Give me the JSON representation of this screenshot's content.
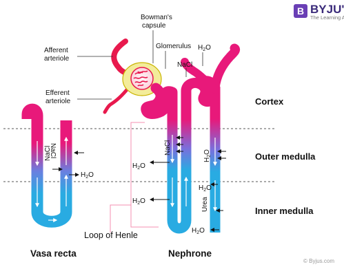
{
  "brand": {
    "logo_letter": "B",
    "name": "BYJU'S",
    "tagline": "The Learning App",
    "color": "#6a3fb5"
  },
  "credit": "© Byjus.com",
  "regions": {
    "cortex": "Cortex",
    "outer_medulla": "Outer medulla",
    "inner_medulla": "Inner medulla"
  },
  "labels": {
    "bowmans_capsule_line1": "Bowman's",
    "bowmans_capsule_line2": "capsule",
    "glomerulus": "Glomerulus",
    "afferent_line1": "Afferent",
    "afferent_line2": "arteriole",
    "efferent_line1": "Efferent",
    "efferent_line2": "arteriole",
    "nacl": "NaCl",
    "h2o_main": "H",
    "h2o_sub": "2",
    "h2o_tail": "O",
    "urea": "Urea",
    "loop_of_henle": "Loop of Henle"
  },
  "captions": {
    "vasa_recta": "Vasa recta",
    "nephrone": "Nephrone"
  },
  "colors": {
    "arteriole": "#e8194d",
    "tubule_top": "#e8197a",
    "tubule_bottom": "#29abe2",
    "capsule": "#f3ec9a",
    "capsule_edge": "#c9b400",
    "loop_bracket": "#f48fb1",
    "divider": "#555555"
  }
}
